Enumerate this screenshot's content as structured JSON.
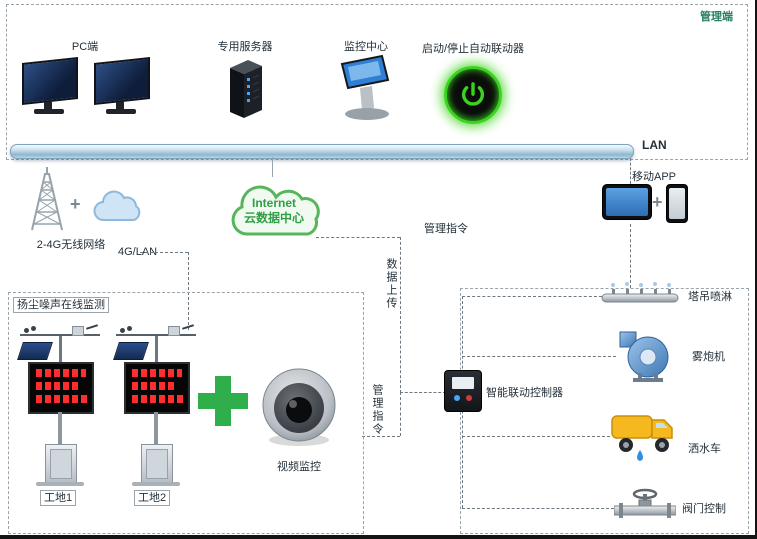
{
  "zones": {
    "management": "管理端",
    "site": "扬尘噪声在线监测"
  },
  "labels": {
    "pc": "PC端",
    "server": "专用服务器",
    "monitor_center": "监控中心",
    "auto_linkage": "启动/停止自动联动器",
    "lan": "LAN",
    "wireless": "2-4G无线网络",
    "link4g": "4G/LAN",
    "cloud_line1": "Internet",
    "cloud_line2": "云数据中心",
    "mobile_app": "移动APP",
    "cmd_top": "管理指令",
    "data_upload": "数据上传",
    "cmd_mid": "管理指令",
    "controller": "智能联动控制器",
    "spray": "塔吊喷淋",
    "fog_cannon": "雾炮机",
    "water_truck": "洒水车",
    "valve": "阀门控制",
    "site1": "工地1",
    "site2": "工地2",
    "camera": "视频监控",
    "plus": "+"
  },
  "colors": {
    "accent_green": "#2fae4c",
    "cloud_green": "#58b55c",
    "screen_blue": "#2f7fd6",
    "led_red": "#ff2d2d",
    "truck_yellow": "#f5b81f",
    "power_green": "#3bd31f"
  }
}
